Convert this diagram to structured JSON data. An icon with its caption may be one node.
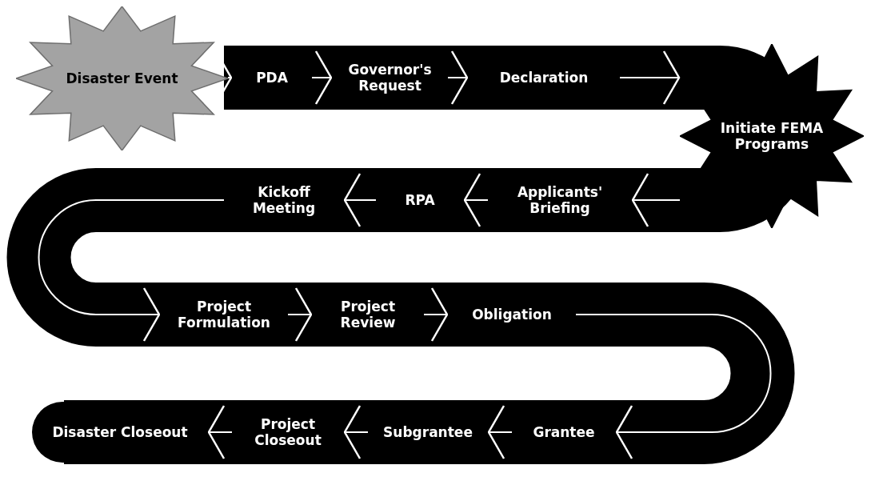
{
  "diagram": {
    "nodes": [
      {
        "text": [
          "Disaster Event"
        ]
      },
      {
        "text": [
          "PDA"
        ]
      },
      {
        "text": [
          "Governor's Request"
        ]
      },
      {
        "text": [
          "Declaration"
        ]
      },
      {
        "text": [
          "Initiate FEMA Programs"
        ]
      },
      {
        "text": [
          "Applicants' Briefing"
        ]
      },
      {
        "text": [
          "RPA"
        ]
      },
      {
        "text": [
          "Kickoff Meeting"
        ]
      },
      {
        "text": [
          "Project Formulation"
        ]
      },
      {
        "text": [
          "Project Review"
        ]
      },
      {
        "text": [
          "Obligation"
        ]
      },
      {
        "text": [
          "Grantee"
        ]
      },
      {
        "text": [
          "Subgrantee"
        ]
      },
      {
        "text": [
          "Project Closeout"
        ]
      },
      {
        "text": [
          "Disaster Closeout"
        ]
      }
    ],
    "edges": [
      {
        "from": 0,
        "to": 1,
        "arrow": "to"
      },
      {
        "from": 1,
        "to": 2,
        "arrow": "to"
      },
      {
        "from": 2,
        "to": 3,
        "arrow": "to"
      },
      {
        "from": 3,
        "to": 4,
        "arrow": "to"
      },
      {
        "from": 4,
        "to": 5,
        "arrow": "to"
      },
      {
        "from": 5,
        "to": 6,
        "arrow": "to"
      },
      {
        "from": 6,
        "to": 7,
        "arrow": "to"
      },
      {
        "from": 7,
        "to": 8,
        "arrow": "to"
      },
      {
        "from": 8,
        "to": 9,
        "arrow": "to"
      },
      {
        "from": 9,
        "to": 10,
        "arrow": "to"
      },
      {
        "from": 10,
        "to": 11,
        "arrow": "to"
      },
      {
        "from": 11,
        "to": 12,
        "arrow": "to"
      },
      {
        "from": 12,
        "to": 13,
        "arrow": "to"
      },
      {
        "from": 13,
        "to": 14,
        "arrow": "to"
      }
    ]
  }
}
